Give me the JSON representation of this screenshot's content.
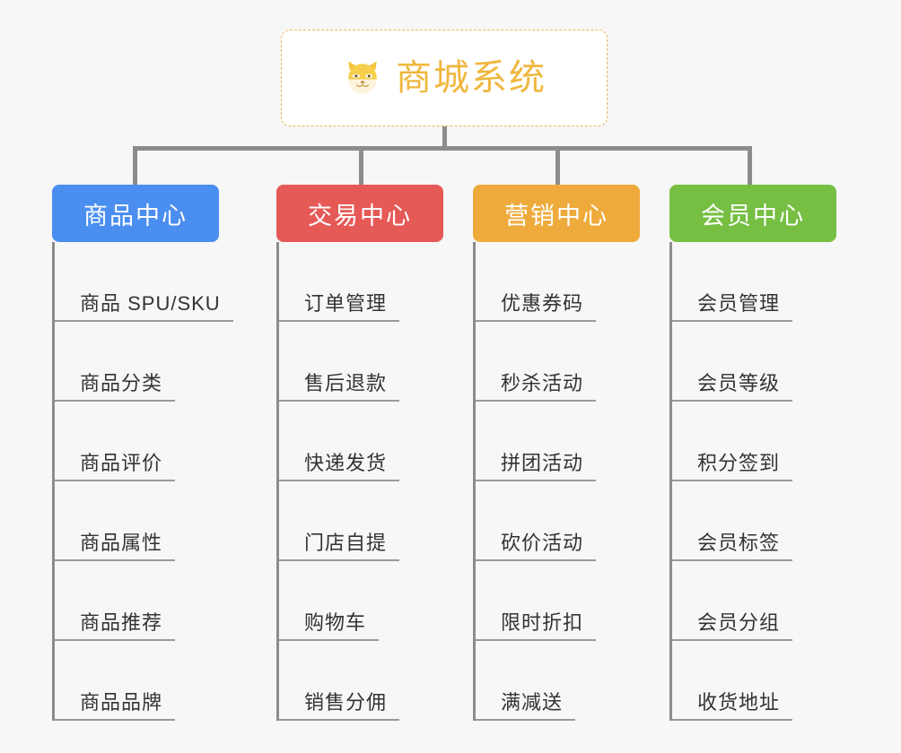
{
  "page": {
    "background_color": "#f7f7f7",
    "line_color": "#8c8c8c",
    "leaf_text_color": "#333333"
  },
  "root": {
    "title": "商城系统",
    "icon": "dog-face-icon",
    "text_color": "#f0b73e",
    "border_color": "#e7b55c",
    "background_color": "#ffffff"
  },
  "categories": [
    {
      "label": "商品中心",
      "color": "#4a8ef0",
      "items": [
        {
          "label": "商品 SPU/SKU"
        },
        {
          "label": "商品分类"
        },
        {
          "label": "商品评价"
        },
        {
          "label": "商品属性"
        },
        {
          "label": "商品推荐"
        },
        {
          "label": "商品品牌"
        }
      ]
    },
    {
      "label": "交易中心",
      "color": "#e55a57",
      "items": [
        {
          "label": "订单管理"
        },
        {
          "label": "售后退款"
        },
        {
          "label": "快递发货"
        },
        {
          "label": "门店自提"
        },
        {
          "label": "购物车"
        },
        {
          "label": "销售分佣"
        }
      ]
    },
    {
      "label": "营销中心",
      "color": "#eeab3c",
      "items": [
        {
          "label": "优惠券码"
        },
        {
          "label": "秒杀活动"
        },
        {
          "label": "拼团活动"
        },
        {
          "label": "砍价活动"
        },
        {
          "label": "限时折扣"
        },
        {
          "label": "满减送"
        }
      ]
    },
    {
      "label": "会员中心",
      "color": "#76bf43",
      "items": [
        {
          "label": "会员管理"
        },
        {
          "label": "会员等级"
        },
        {
          "label": "积分签到"
        },
        {
          "label": "会员标签"
        },
        {
          "label": "会员分组"
        },
        {
          "label": "收货地址"
        }
      ]
    }
  ]
}
